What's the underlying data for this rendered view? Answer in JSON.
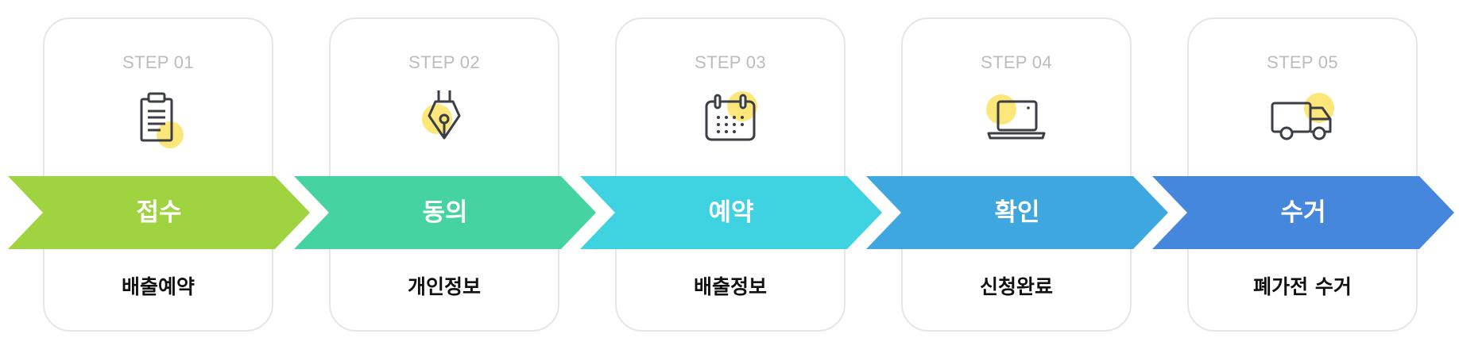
{
  "steps": [
    {
      "step_label": "STEP 01",
      "title": "접수",
      "desc": "배출예약",
      "icon": "clipboard-icon",
      "color": "#9fd33f"
    },
    {
      "step_label": "STEP 02",
      "title": "동의",
      "desc": "개인정보",
      "icon": "pen-nib-icon",
      "color": "#44d3a1"
    },
    {
      "step_label": "STEP 03",
      "title": "예약",
      "desc": "배출정보",
      "icon": "calendar-icon",
      "color": "#3fd2e1"
    },
    {
      "step_label": "STEP 04",
      "title": "확인",
      "desc": "신청완료",
      "icon": "laptop-icon",
      "color": "#3ea7df"
    },
    {
      "step_label": "STEP 05",
      "title": "수거",
      "desc": "폐가전 수거",
      "icon": "truck-icon",
      "color": "#4587dd"
    }
  ],
  "colors": {
    "icon_highlight": "#fde67a",
    "icon_stroke": "#3b3f45",
    "card_border": "#e6e6e6"
  }
}
